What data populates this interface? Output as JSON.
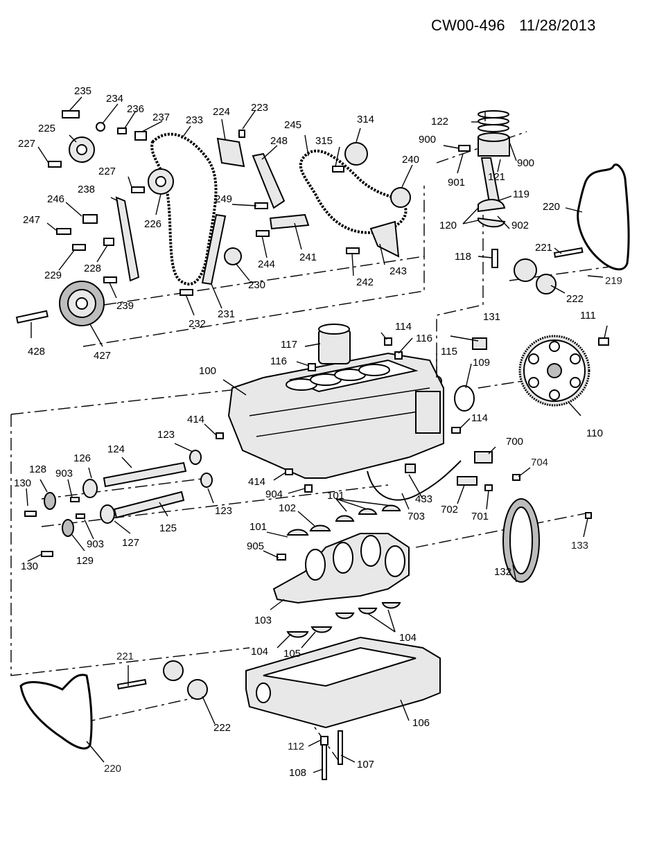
{
  "header": {
    "doc_id": "CW00-496",
    "date": "11/28/2013"
  },
  "callouts": {
    "c100": "100",
    "c101a": "101",
    "c101b": "101",
    "c102": "102",
    "c103": "103",
    "c104a": "104",
    "c104b": "104",
    "c105": "105",
    "c106": "106",
    "c107": "107",
    "c108": "108",
    "c109": "109",
    "c110": "110",
    "c111": "111",
    "c112": "112",
    "c114a": "114",
    "c114b": "114",
    "c115": "115",
    "c116a": "116",
    "c116b": "116",
    "c117": "117",
    "c118": "118",
    "c119": "119",
    "c120": "120",
    "c121": "121",
    "c122": "122",
    "c123a": "123",
    "c123b": "123",
    "c124": "124",
    "c125": "125",
    "c126": "126",
    "c127": "127",
    "c128": "128",
    "c129": "129",
    "c130a": "130",
    "c130b": "130",
    "c131": "131",
    "c132": "132",
    "c133": "133",
    "c219": "219",
    "c220a": "220",
    "c220b": "220",
    "c221a": "221",
    "c221b": "221",
    "c222a": "222",
    "c222b": "222",
    "c223": "223",
    "c224": "224",
    "c225": "225",
    "c226": "226",
    "c227a": "227",
    "c227b": "227",
    "c228": "228",
    "c229": "229",
    "c230": "230",
    "c231": "231",
    "c232": "232",
    "c233": "233",
    "c234": "234",
    "c235": "235",
    "c236": "236",
    "c237": "237",
    "c238": "238",
    "c239": "239",
    "c240": "240",
    "c241": "241",
    "c242": "242",
    "c243": "243",
    "c244": "244",
    "c245": "245",
    "c246": "246",
    "c247": "247",
    "c248": "248",
    "c249": "249",
    "c314": "314",
    "c315": "315",
    "c414a": "414",
    "c414b": "414",
    "c427": "427",
    "c428": "428",
    "c433": "433",
    "c700": "700",
    "c701": "701",
    "c702": "702",
    "c703": "703",
    "c704": "704",
    "c900a": "900",
    "c900b": "900",
    "c901": "901",
    "c902": "902",
    "c903a": "903",
    "c903b": "903",
    "c904": "904",
    "c905": "905"
  }
}
